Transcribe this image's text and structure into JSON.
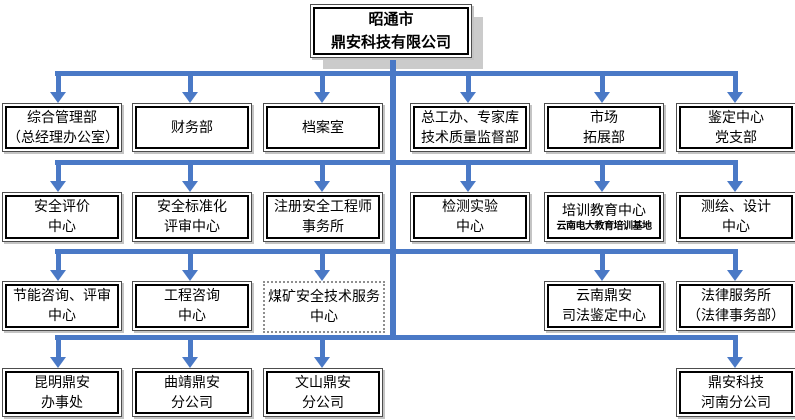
{
  "diagram": {
    "root": {
      "line1": "昭通市",
      "line2": "鼎安科技有限公司"
    },
    "level1": [
      {
        "line1": "综合管理部",
        "line2": "（总经理办公室）"
      },
      {
        "line1": "财务部"
      },
      {
        "line1": "档案室"
      },
      {
        "line1": "总工办、专家库",
        "line2": "技术质量监督部"
      },
      {
        "line1": "市场",
        "line2": "拓展部"
      },
      {
        "line1": "鉴定中心",
        "line2": "党支部"
      }
    ],
    "level2": [
      {
        "line1": "安全评价",
        "line2": "中心"
      },
      {
        "line1": "安全标准化",
        "line2": "评审中心"
      },
      {
        "line1": "注册安全工程师",
        "line2": "事务所"
      },
      {
        "line1": "检测实验",
        "line2": "中心"
      },
      {
        "line1": "培训教育中心",
        "sub": "云南电大教育培训基地"
      },
      {
        "line1": "测绘、设计",
        "line2": "中心"
      }
    ],
    "level3": [
      {
        "line1": "节能咨询、评审",
        "line2": "中心"
      },
      {
        "line1": "工程咨询",
        "line2": "中心"
      },
      {
        "line1": "煤矿安全技术服务",
        "line2": "中心"
      },
      {
        "line1": "云南鼎安",
        "line2": "司法鉴定中心"
      },
      {
        "line1": "法律服务所",
        "line2": "（法律事务部）"
      }
    ],
    "level4": [
      {
        "line1": "昆明鼎安",
        "line2": "办事处"
      },
      {
        "line1": "曲靖鼎安",
        "line2": "分公司"
      },
      {
        "line1": "文山鼎安",
        "line2": "分公司"
      },
      {
        "line1": "鼎安科技",
        "line2": "河南分公司"
      }
    ],
    "colors": {
      "connector": "#4A79C6",
      "box_border": "#000000",
      "root_shadow": "#CBCBCB"
    }
  }
}
